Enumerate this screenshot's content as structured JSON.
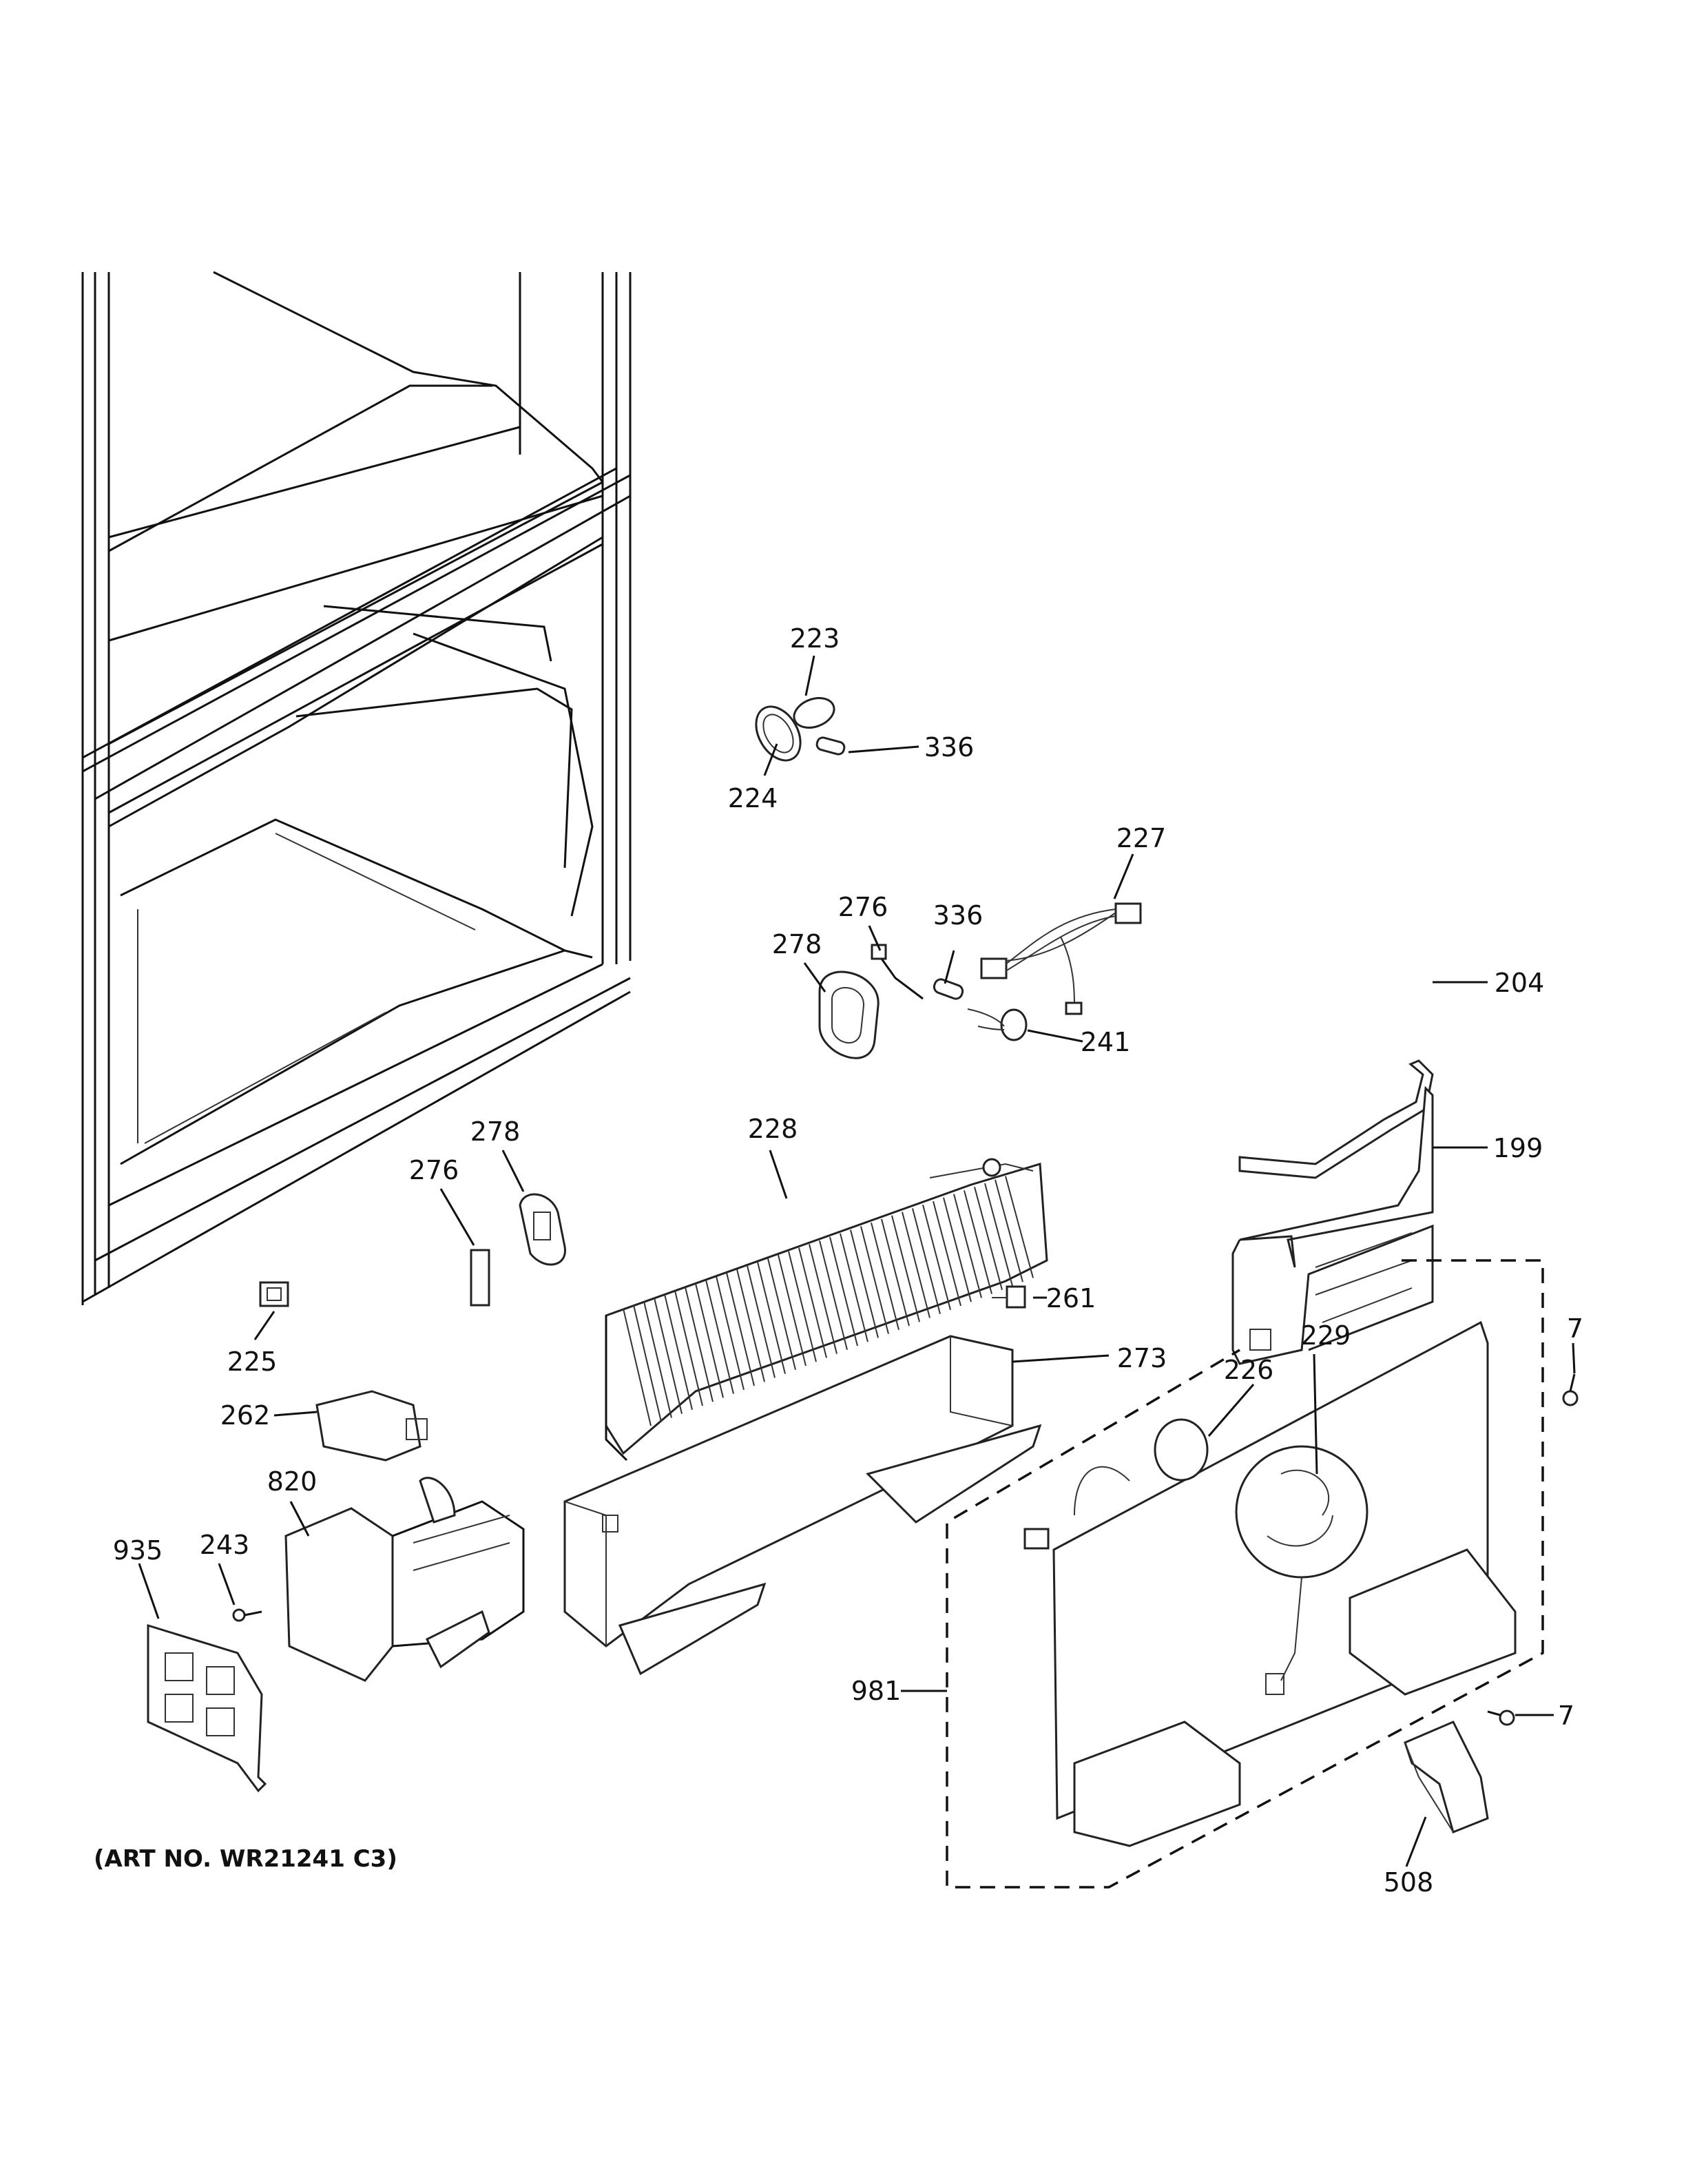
{
  "art_number": "(ART NO. WR21241 C3)",
  "callouts": [
    {
      "key": "p223",
      "label": "223"
    },
    {
      "key": "p224",
      "label": "224"
    },
    {
      "key": "p336a",
      "label": "336"
    },
    {
      "key": "p227",
      "label": "227"
    },
    {
      "key": "p276a",
      "label": "276"
    },
    {
      "key": "p336b",
      "label": "336"
    },
    {
      "key": "p278a",
      "label": "278"
    },
    {
      "key": "p204",
      "label": "204"
    },
    {
      "key": "p241",
      "label": "241"
    },
    {
      "key": "p199",
      "label": "199"
    },
    {
      "key": "p278b",
      "label": "278"
    },
    {
      "key": "p228",
      "label": "228"
    },
    {
      "key": "p276b",
      "label": "276"
    },
    {
      "key": "p261",
      "label": "261"
    },
    {
      "key": "p225",
      "label": "225"
    },
    {
      "key": "p273",
      "label": "273"
    },
    {
      "key": "p7a",
      "label": "7"
    },
    {
      "key": "p229",
      "label": "229"
    },
    {
      "key": "p226",
      "label": "226"
    },
    {
      "key": "p262",
      "label": "262"
    },
    {
      "key": "p820",
      "label": "820"
    },
    {
      "key": "p935",
      "label": "935"
    },
    {
      "key": "p243",
      "label": "243"
    },
    {
      "key": "p981",
      "label": "981"
    },
    {
      "key": "p7b",
      "label": "7"
    },
    {
      "key": "p508",
      "label": "508"
    }
  ]
}
